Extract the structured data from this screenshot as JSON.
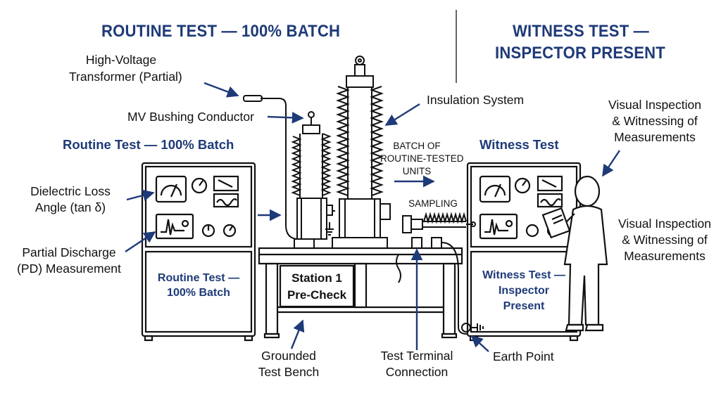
{
  "headers": {
    "left_title": "ROUTINE TEST — 100% BATCH",
    "right_title_line1": "WITNESS TEST —",
    "right_title_line2": "INSPECTOR PRESENT"
  },
  "labels": {
    "hv_transformer_1": "High-Voltage",
    "hv_transformer_2": "Transformer (Partial)",
    "mv_bushing": "MV Bushing Conductor",
    "insulation": "Insulation System",
    "visual_top_1": "Visual Inspection",
    "visual_top_2": "& Witnessing of",
    "visual_top_3": "Measurements",
    "visual_mid_1": "Visual Inspection",
    "visual_mid_2": "& Witnessing of",
    "visual_mid_3": "Measurements",
    "dielectric_1": "Dielectric Loss",
    "dielectric_2": "Angle (tan δ)",
    "pd_1": "Partial Discharge",
    "pd_2": "(PD) Measurement",
    "grounded_1": "Grounded",
    "grounded_2": "Test Bench",
    "terminal_1": "Test Terminal",
    "terminal_2": "Connection",
    "earth": "Earth Point"
  },
  "sections": {
    "routine_heading": "Routine Test — 100% Batch",
    "witness_heading": "Witness Test",
    "routine_panel_1": "Routine Test —",
    "routine_panel_2": "100% Batch",
    "witness_panel_1": "Witness Test —",
    "witness_panel_2": "Inspector",
    "witness_panel_3": "Present",
    "station_1": "Station 1",
    "station_2": "Pre-Check"
  },
  "flow": {
    "batch_1": "BATCH OF",
    "batch_2": "ROUTINE-TESTED",
    "batch_3": "UNITS",
    "sampling": "SAMPLING"
  },
  "colors": {
    "accent": "#1e3a78",
    "line": "#111111"
  }
}
